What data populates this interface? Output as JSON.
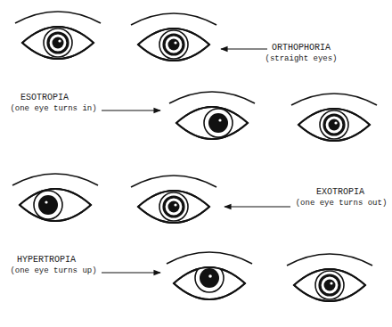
{
  "diagram": {
    "labels": [
      "ORTHOPHORIA",
      "(straight eyes)",
      "ESOTROPIA",
      "(one eye turns in)",
      "EXOTROPIA",
      "(one eye turns out)",
      "HYPERTROPIA",
      "(one eye turns up)"
    ]
  }
}
